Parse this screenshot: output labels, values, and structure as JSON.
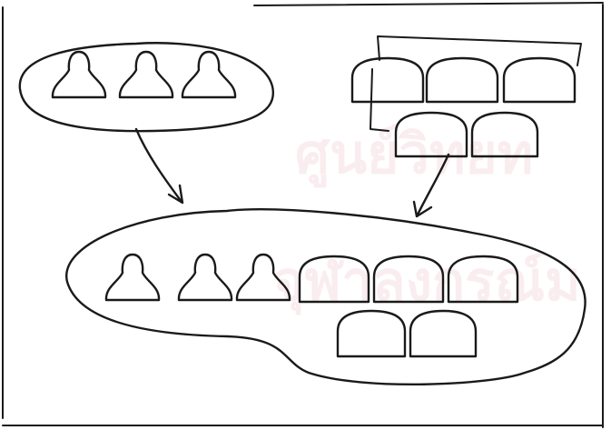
{
  "colors": {
    "ink": "#1a1a1a",
    "background": "#ffffff",
    "watermark": "#c8102e"
  },
  "watermark": {
    "line1": "ศูนย์วิทยท",
    "line2": "จุฬาลงกรณ์ม"
  },
  "diagram": {
    "set_a": {
      "item": "bell-shape",
      "count": 3
    },
    "set_b": {
      "item": "bread-loaf-shape",
      "count": 5,
      "rows": [
        3,
        2
      ]
    },
    "union": {
      "bell_count": 3,
      "loaf_count": 5,
      "loaf_rows": [
        3,
        2
      ]
    },
    "arrows": [
      "set-a-to-union",
      "set-b-to-union"
    ]
  }
}
